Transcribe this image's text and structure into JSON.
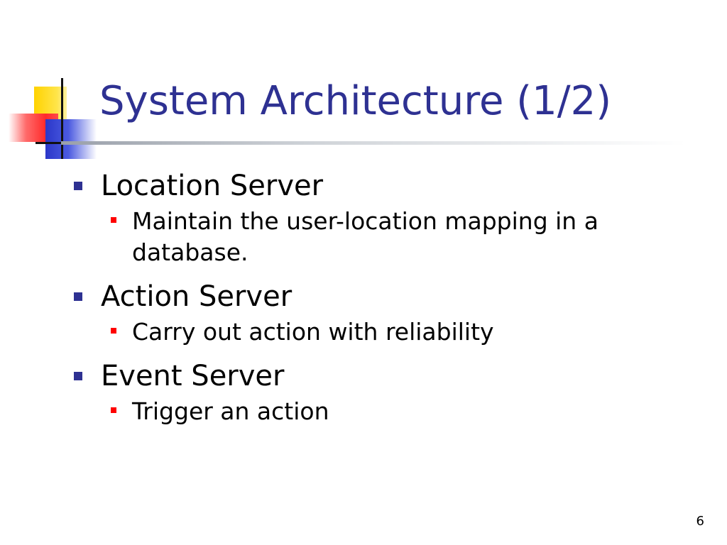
{
  "slide": {
    "title": "System Architecture (1/2)",
    "page_number": "6",
    "accent_colors": {
      "title": "#2e3192",
      "level1_bullet": "#2e3192",
      "level2_bullet": "#ff0000"
    },
    "items": [
      {
        "label": "Location Server",
        "sub": [
          "Maintain the user-location mapping in a database."
        ]
      },
      {
        "label": "Action Server",
        "sub": [
          "Carry out action with reliability"
        ]
      },
      {
        "label": "Event Server",
        "sub": [
          "Trigger an action"
        ]
      }
    ]
  }
}
